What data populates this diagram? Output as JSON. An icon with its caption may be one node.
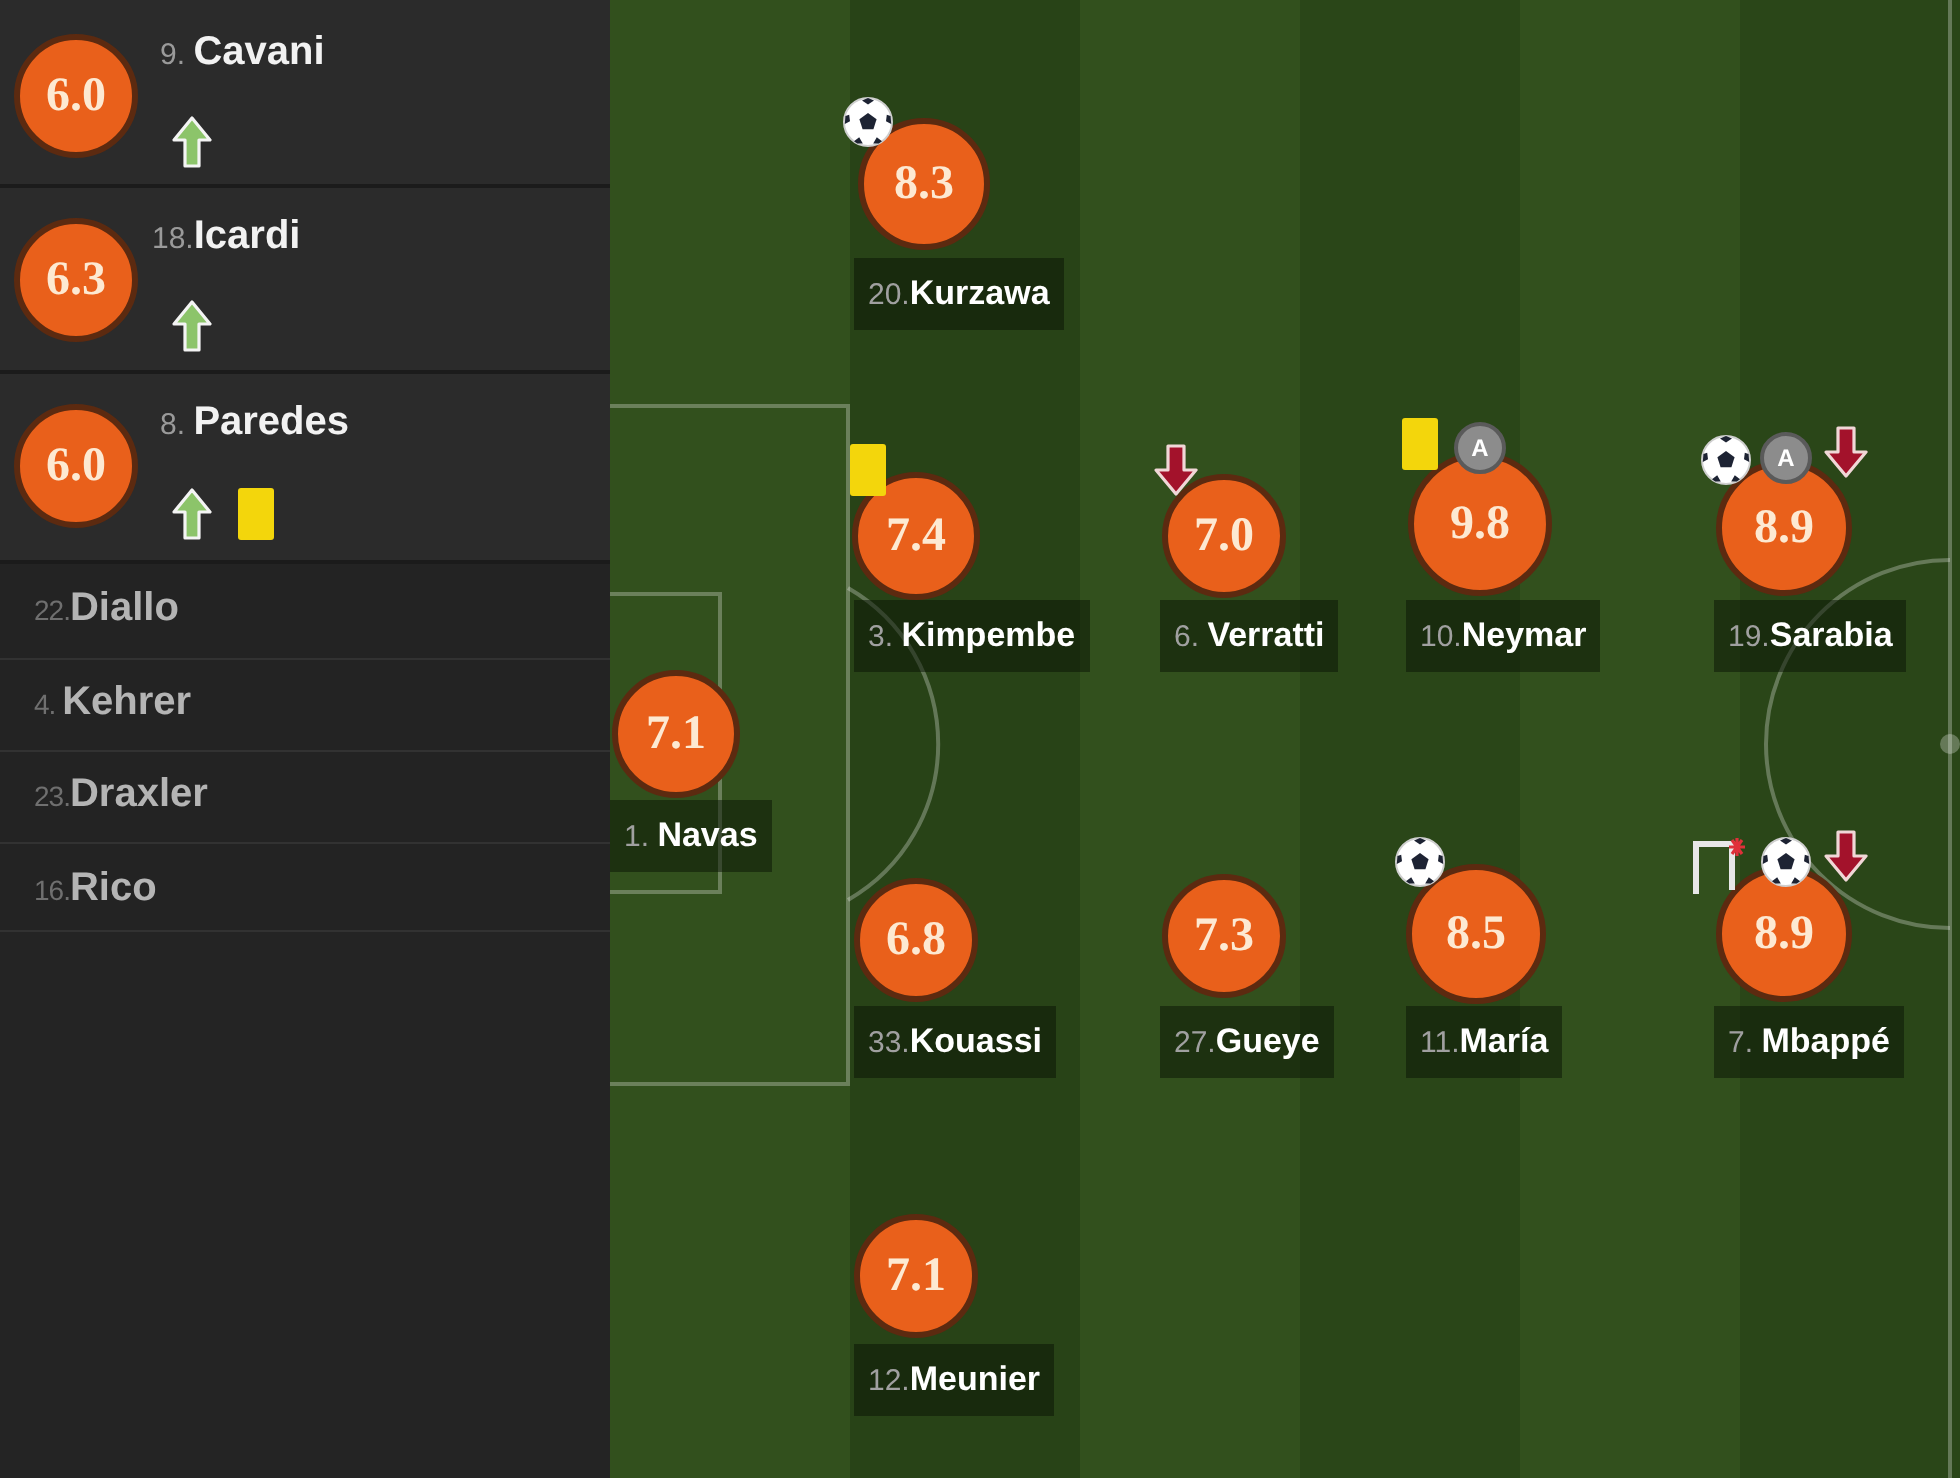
{
  "diagram": {
    "nodes": [
      {
        "text": [
          "6.0"
        ],
        "beside": [
          "9. **Cavani**"
        ]
      },
      {
        "text": [
          "6.3"
        ],
        "beside": [
          "18.**Icardi**"
        ]
      },
      {
        "text": [
          "6.0"
        ],
        "beside": [
          "8. **Paredes**"
        ]
      },
      {
        "text": [
          "8.3"
        ],
        "beside": [
          "20.**Kurzawa**"
        ]
      },
      {
        "text": [
          "7.4"
        ],
        "beside": [
          "3. **Kimpembe**"
        ]
      },
      {
        "text": [
          "7.0"
        ],
        "beside": [
          "6. **Verratti**"
        ]
      },
      {
        "text": [
          "9.8"
        ],
        "beside": [
          "A",
          "10.**Neymar**"
        ]
      },
      {
        "text": [
          "8.9"
        ],
        "beside": [
          "A",
          "19.**Sarabia**"
        ]
      },
      {
        "text": [
          "7.1"
        ],
        "beside": [
          "1. **Navas**"
        ]
      },
      {
        "text": [
          "6.8"
        ],
        "beside": [
          "33.**Kouassi**"
        ]
      },
      {
        "text": [
          "7.3"
        ],
        "beside": [
          "27.**Gueye**"
        ]
      },
      {
        "text": [
          "8.5"
        ],
        "beside": [
          "11.**María**"
        ]
      },
      {
        "text": [
          "8.9"
        ],
        "beside": [
          "7. **Mbappé**"
        ]
      },
      {
        "text": [
          "7.1"
        ],
        "beside": [
          "12.**Meunier**"
        ]
      }
    ],
    "labels": [
      "22.**Diallo**",
      "4. **Kehrer**",
      "23.**Draxler**",
      "16.**Rico**"
    ]
  }
}
